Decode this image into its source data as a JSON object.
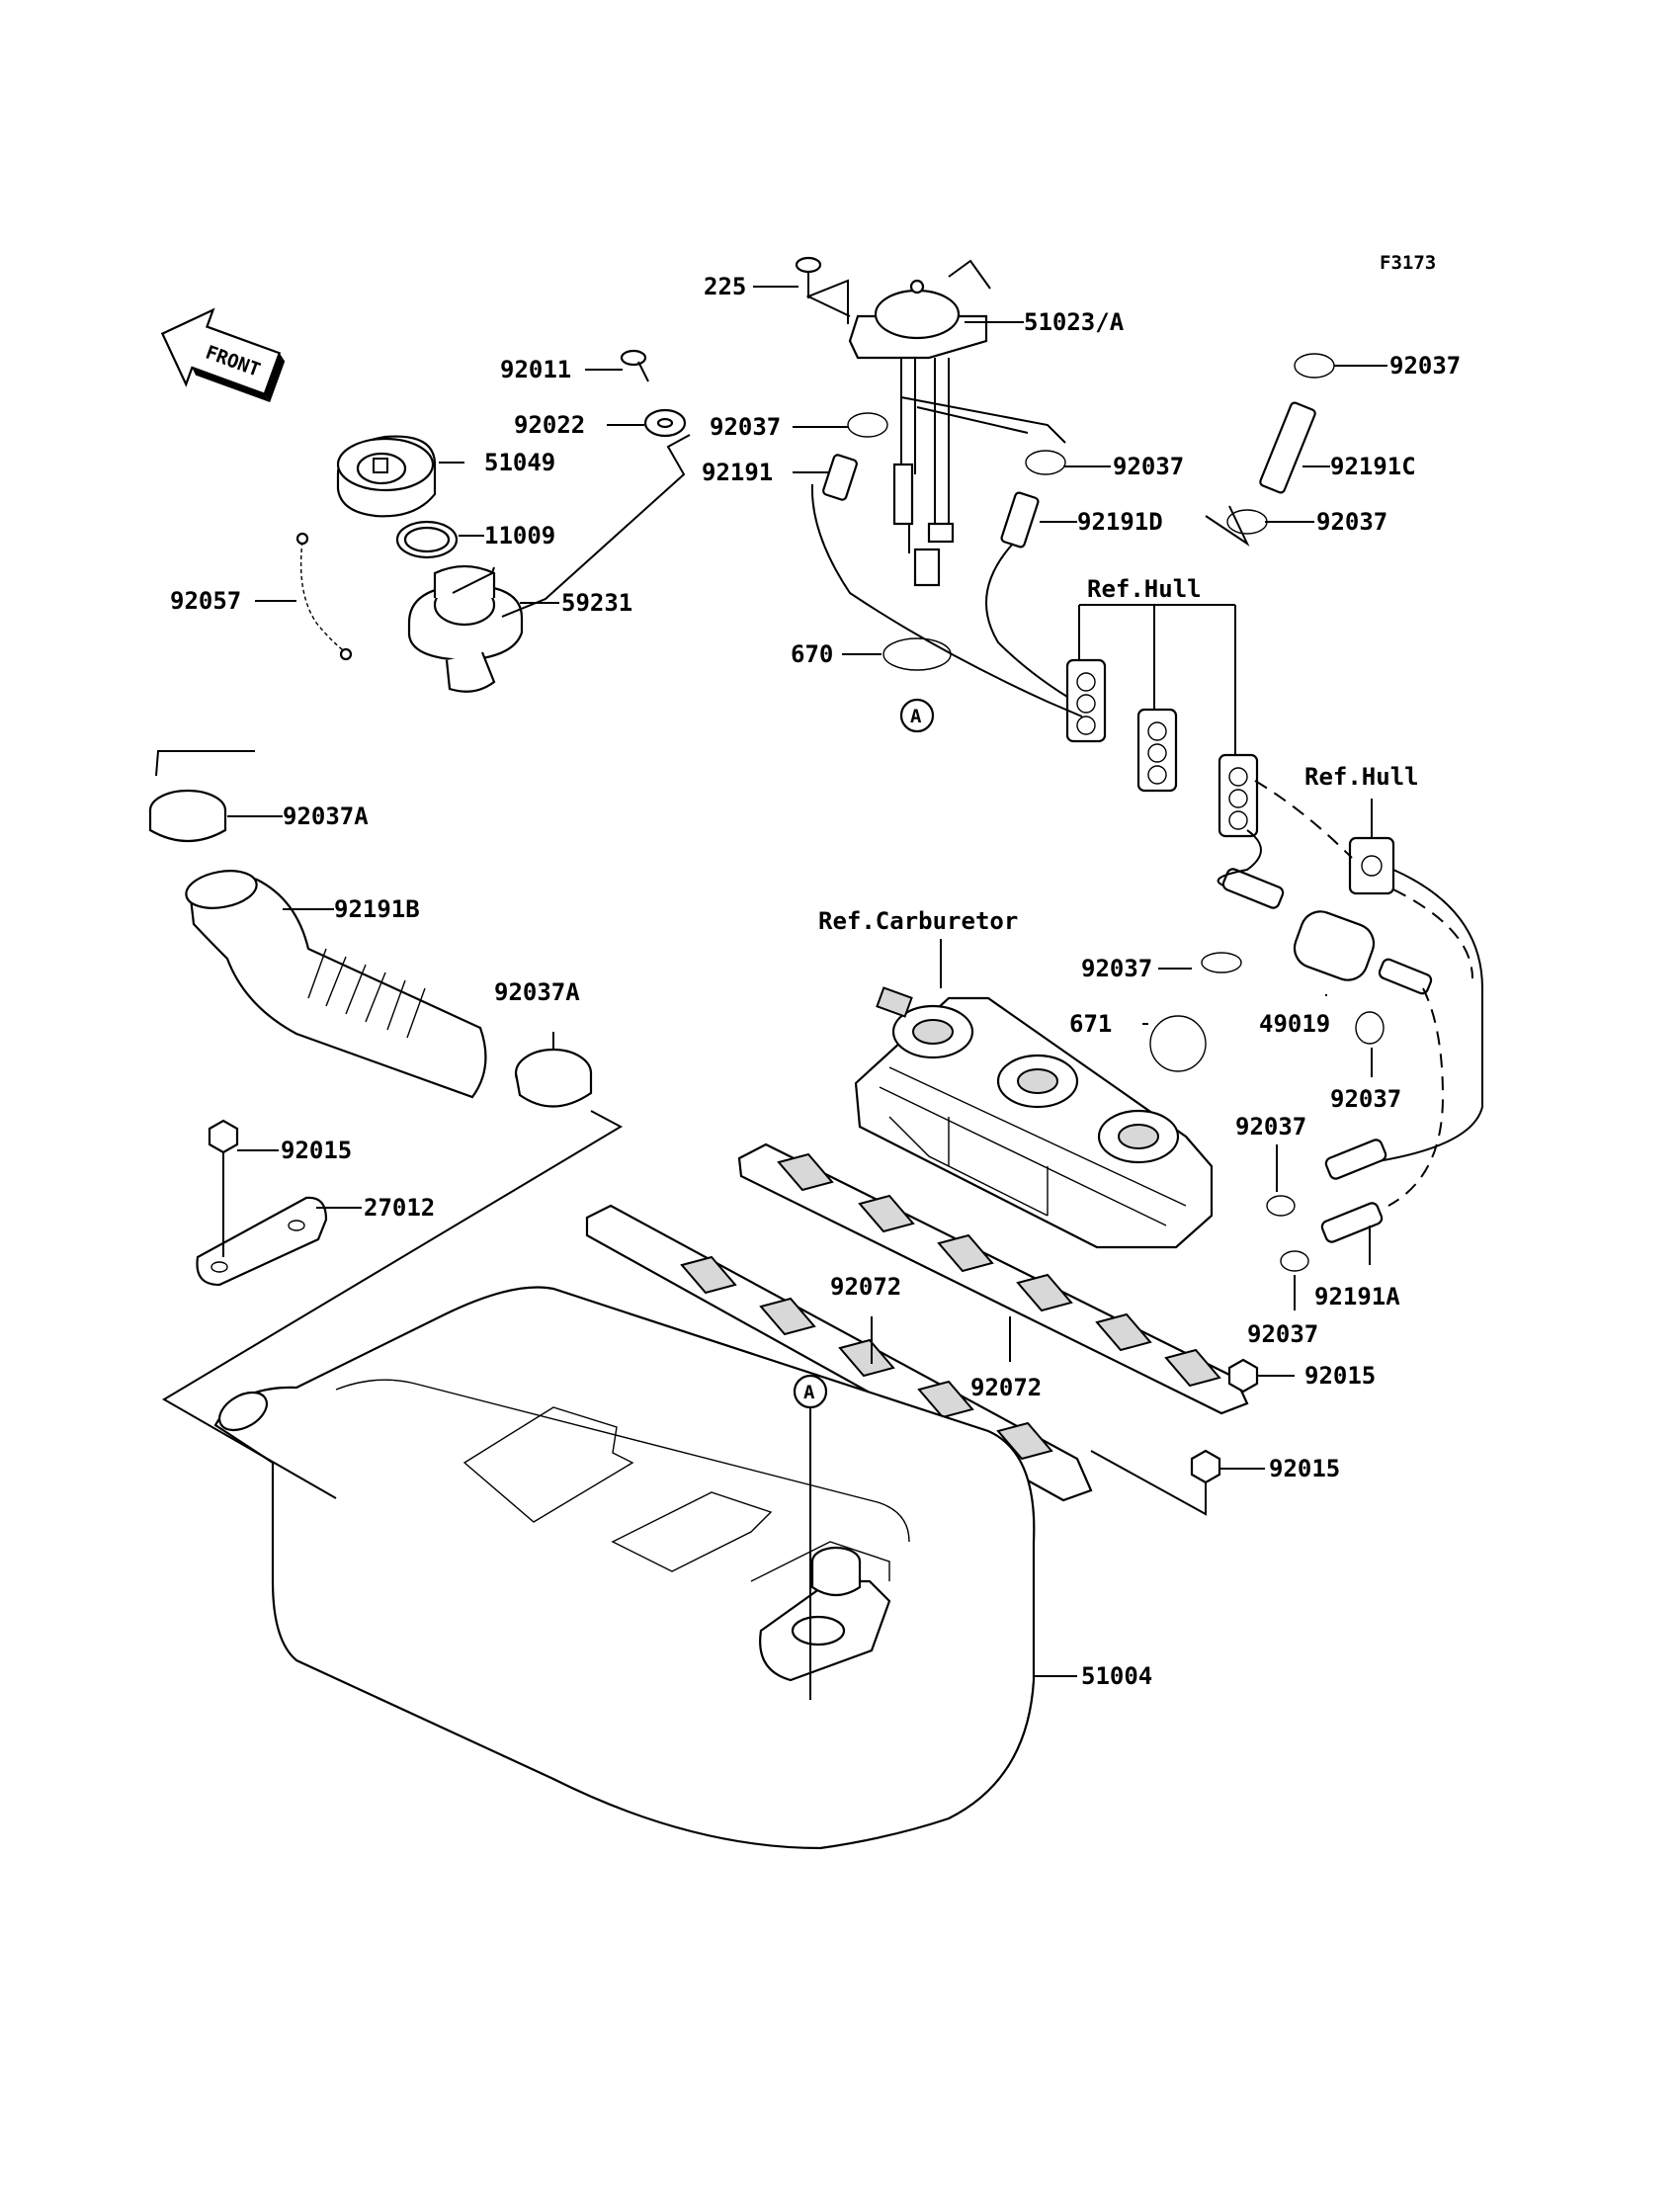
{
  "figure_code": "F3173",
  "front_arrow": "FRONT",
  "callouts": {
    "225": "225",
    "51023A": "51023/A",
    "92011": "92011",
    "92022": "92022",
    "51049": "51049",
    "11009": "11009",
    "92057": "92057",
    "59231": "59231",
    "92037_a": "92037",
    "92191": "92191",
    "92037_b": "92037",
    "92191D": "92191D",
    "92037_c": "92037",
    "92191C": "92191C",
    "92037_d": "92037",
    "ref_hull_1": "Ref.Hull",
    "ref_hull_2": "Ref.Hull",
    "670": "670",
    "A_upper": "A",
    "92037A_a": "92037A",
    "92191B": "92191B",
    "92037A_b": "92037A",
    "ref_carburetor": "Ref.Carburetor",
    "92037_e": "92037",
    "671": "671",
    "49019": "49019",
    "92037_f": "92037",
    "92015_a": "92015",
    "27012": "27012",
    "92037_g": "92037",
    "92191A": "92191A",
    "92037_h": "92037",
    "92072_a": "92072",
    "92072_b": "92072",
    "92015_b": "92015",
    "A_lower": "A",
    "92015_c": "92015",
    "51004": "51004"
  }
}
